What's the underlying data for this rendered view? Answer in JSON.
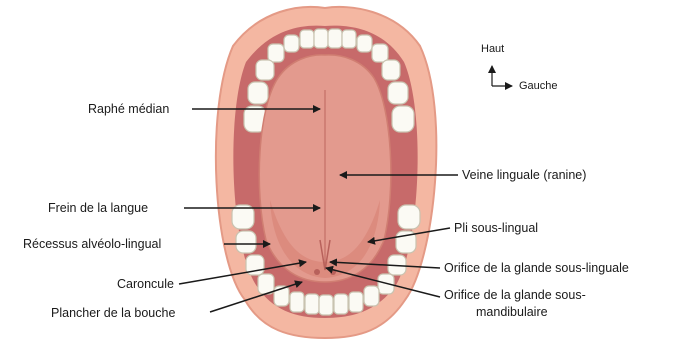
{
  "orientation": {
    "up_label": "Haut",
    "left_label": "Gauche"
  },
  "labels": {
    "raphe_median": "Raphé médian",
    "frein_langue": "Frein de la langue",
    "recessus": "Récessus alvéolo-lingual",
    "caroncule": "Caroncule",
    "plancher": "Plancher de la bouche",
    "veine": "Veine linguale (ranine)",
    "pli": "Pli sous-lingual",
    "orifice_sublingual": "Orifice de la glande sous-linguale",
    "orifice_submand_line1": "Orifice de la glande sous-",
    "orifice_submand_line2": "mandibulaire"
  },
  "colors": {
    "lips": "#f4b7a2",
    "lips_edge": "#e49a86",
    "mouth_inner": "#c76a6a",
    "tongue": "#e39a8e",
    "tongue_shade": "#d88478",
    "teeth": "#fbfaf4",
    "tooth_edge": "#c9c3b0",
    "line": "#1a1a1a"
  }
}
